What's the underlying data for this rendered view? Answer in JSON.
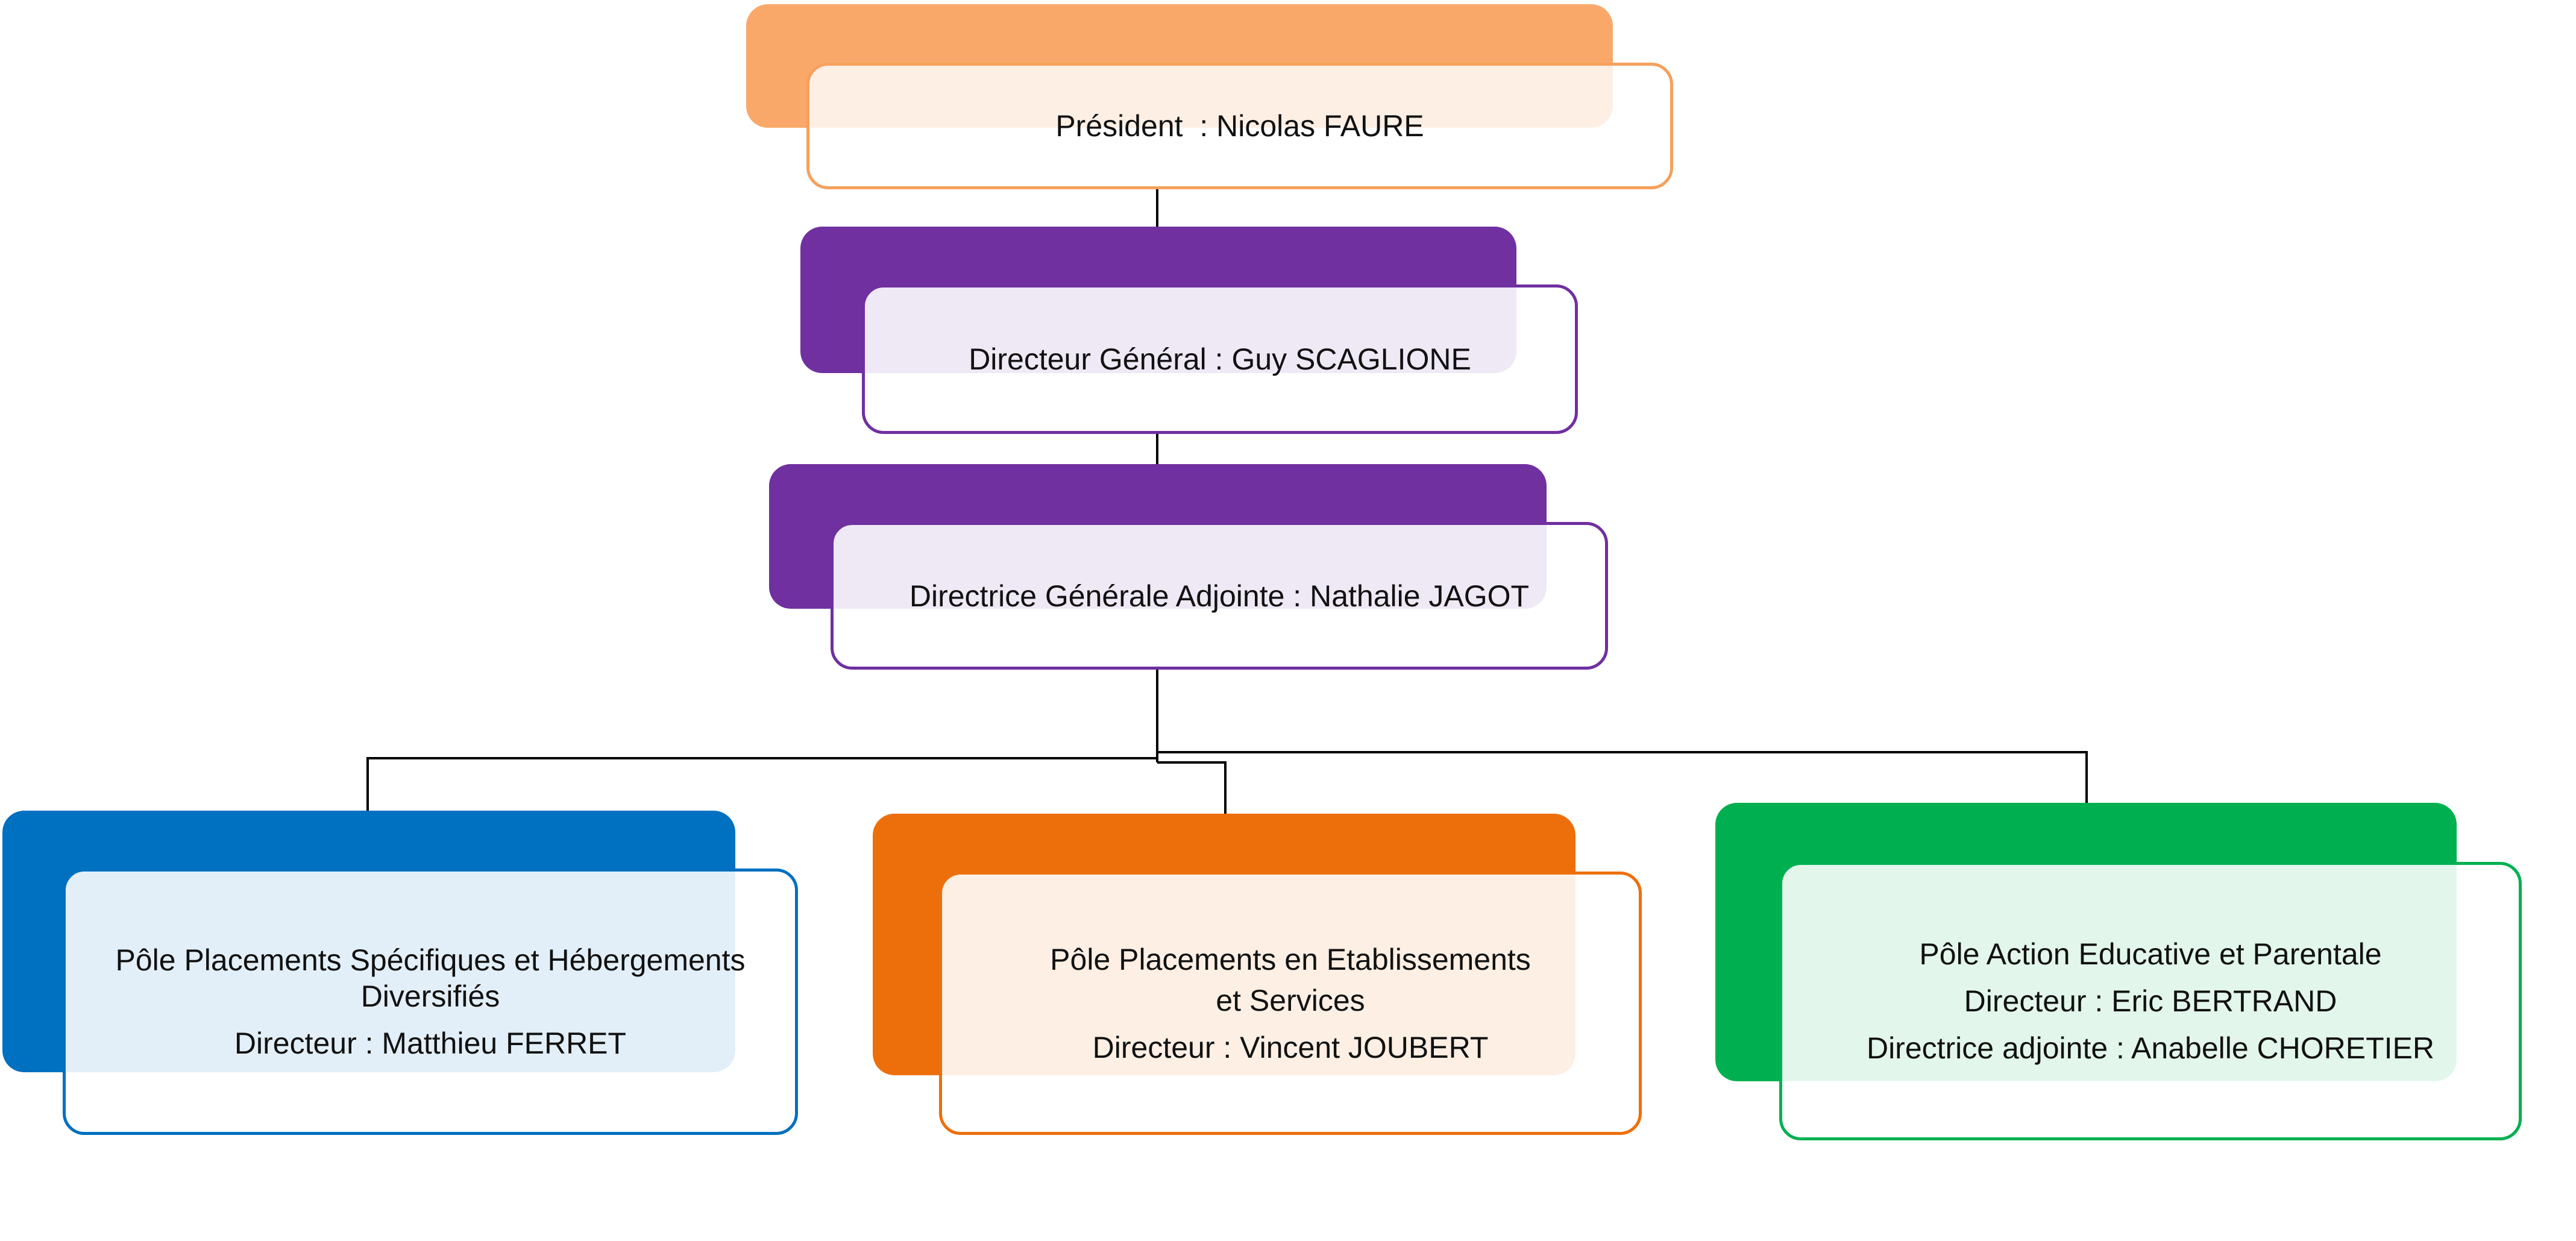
{
  "org_chart": {
    "president": {
      "lines": [
        "Président  : Nicolas FAURE"
      ],
      "color": "#f6a05c"
    },
    "directeur_general": {
      "lines": [
        "Directeur Général : Guy SCAGLIONE"
      ],
      "color": "#7030a0"
    },
    "directrice_generale_adjointe": {
      "lines": [
        "Directrice Générale Adjointe : Nathalie JAGOT"
      ],
      "color": "#7030a0"
    },
    "poles": [
      {
        "lines": [
          "Pôle Placements Spécifiques et Hébergements",
          "Diversifiés",
          "Directeur : Matthieu FERRET"
        ],
        "color": "#0070c0"
      },
      {
        "lines": [
          "Pôle Placements en Etablissements",
          "et Services",
          "Directeur : Vincent JOUBERT"
        ],
        "color": "#ed6f0c"
      },
      {
        "lines": [
          "Pôle Action Educative et Parentale",
          "Directeur : Eric BERTRAND",
          "Directrice adjointe : Anabelle CHORETIER"
        ],
        "color": "#00b050"
      }
    ]
  }
}
